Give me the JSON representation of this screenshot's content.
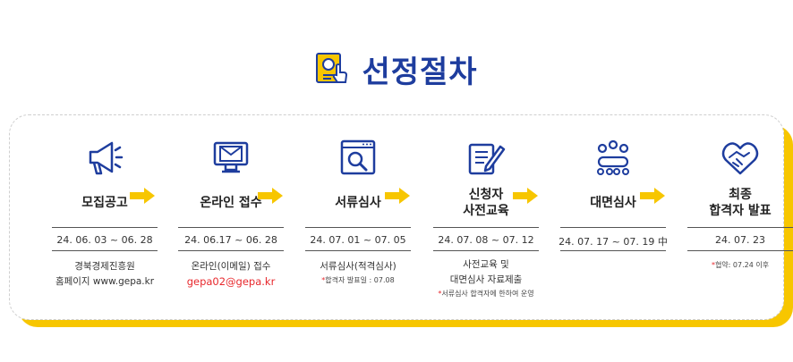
{
  "title": "선정절차",
  "steps": [
    {
      "name": "모집공고",
      "date": "24. 06. 03 ~ 06. 28",
      "desc1": "경북경제진흥원",
      "desc2": "홈페이지 www.gepa.kr",
      "icon": "megaphone-icon"
    },
    {
      "name": "온라인 접수",
      "date": "24. 06.17 ~ 06. 28",
      "desc1": "온라인(이메일) 접수",
      "desc2": "gepa02@gepa.kr",
      "icon": "email-monitor-icon"
    },
    {
      "name": "서류심사",
      "date": "24. 07. 01 ~ 07. 05",
      "desc1": "서류심사(적격심사)",
      "note": "합격자 발표일 : 07.08",
      "icon": "document-search-icon"
    },
    {
      "name_line1": "신청자",
      "name_line2": "사전교육",
      "date": "24. 07. 08 ~ 07. 12",
      "desc1": "사전교육 및",
      "desc2": "대면심사 자료제출",
      "note": "서류심사 합격자에 한하여 운영",
      "icon": "pen-document-icon"
    },
    {
      "name": "대면심사",
      "date": "24. 07. 17 ~ 07. 19 中",
      "icon": "meeting-icon"
    },
    {
      "name_line1": "최종",
      "name_line2": "합격자 발표",
      "date": "24. 07. 23",
      "note": "협약: 07.24 이후",
      "icon": "handshake-heart-icon"
    }
  ],
  "colors": {
    "title": "#1e3d9e",
    "icon": "#1e3d9e",
    "arrow": "#f7c600",
    "accent_red": "#e8282d",
    "card_shadow": "#f7c600"
  }
}
